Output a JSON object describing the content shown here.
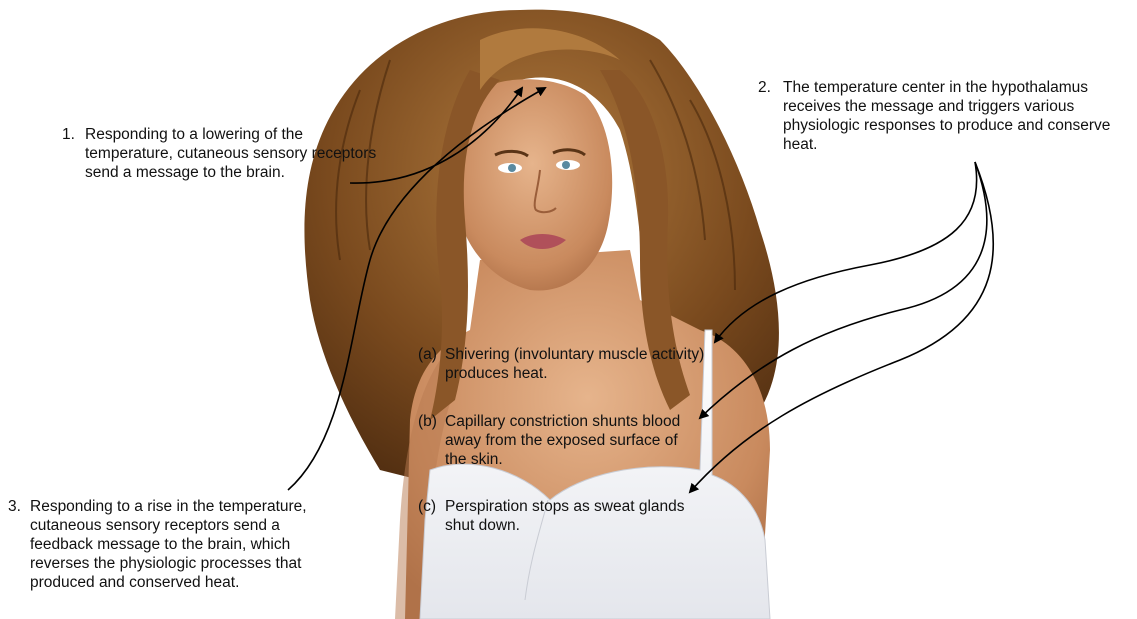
{
  "step1": {
    "number": "1.",
    "text": "Responding to a lowering of the temperature, cutaneous sensory receptors send a message to the brain."
  },
  "step2": {
    "number": "2.",
    "text": "The temperature center in the hypothalamus receives the message and triggers various physiologic responses to produce and conserve heat."
  },
  "step3": {
    "number": "3.",
    "text": "Responding to a rise in the temperature, cutaneous sensory receptors send a feedback message to the brain, which reverses the physiologic processes that produced and conserved heat."
  },
  "responses": [
    {
      "letter": "(a)",
      "text": "Shivering (involuntary muscle activity) produces heat."
    },
    {
      "letter": "(b)",
      "text": "Capillary constriction shunts blood away from the exposed surface of the skin."
    },
    {
      "letter": "(c)",
      "text": "Perspiration stops as sweat glands shut down."
    }
  ],
  "colors": {
    "hair": "#7a4a1e",
    "skin": "#d9a07a",
    "garment": "#f4f4f6",
    "arrow": "#000000"
  }
}
